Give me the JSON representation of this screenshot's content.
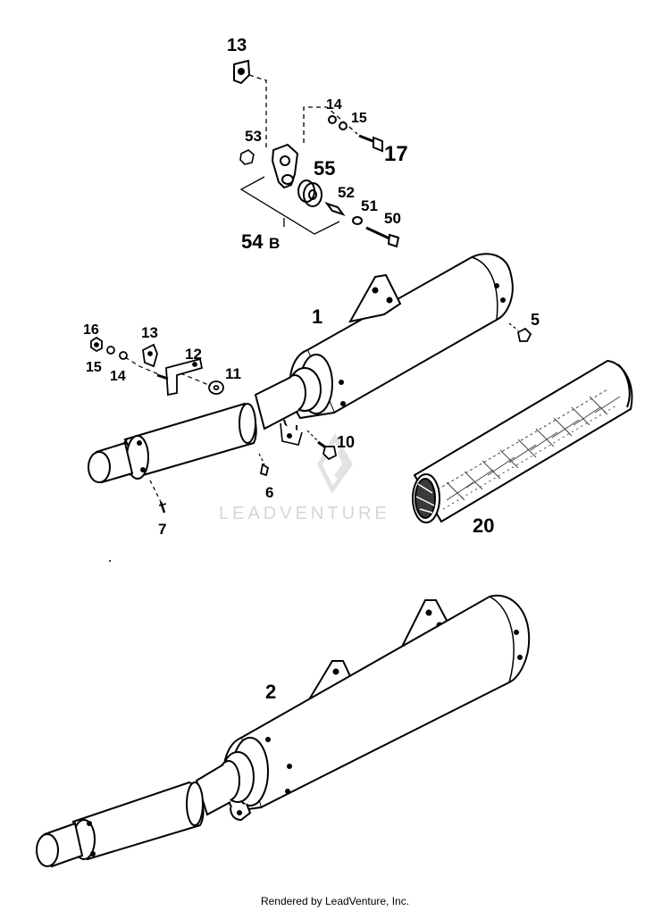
{
  "labels": {
    "p13a": "13",
    "p14a": "14",
    "p15a": "15",
    "p53": "53",
    "p17": "17",
    "p55": "55",
    "p52": "52",
    "p51": "51",
    "p50": "50",
    "p54b": "54",
    "p54b_suffix": "B",
    "p1": "1",
    "p5": "5",
    "p16": "16",
    "p13b": "13",
    "p12": "12",
    "p15b": "15",
    "p14b": "14",
    "p11": "11",
    "p10": "10",
    "p6": "6",
    "p7": "7",
    "p20": "20",
    "p2": "2"
  },
  "watermark": "LEADVENTURE",
  "footer": "Rendered by LeadVenture, Inc."
}
